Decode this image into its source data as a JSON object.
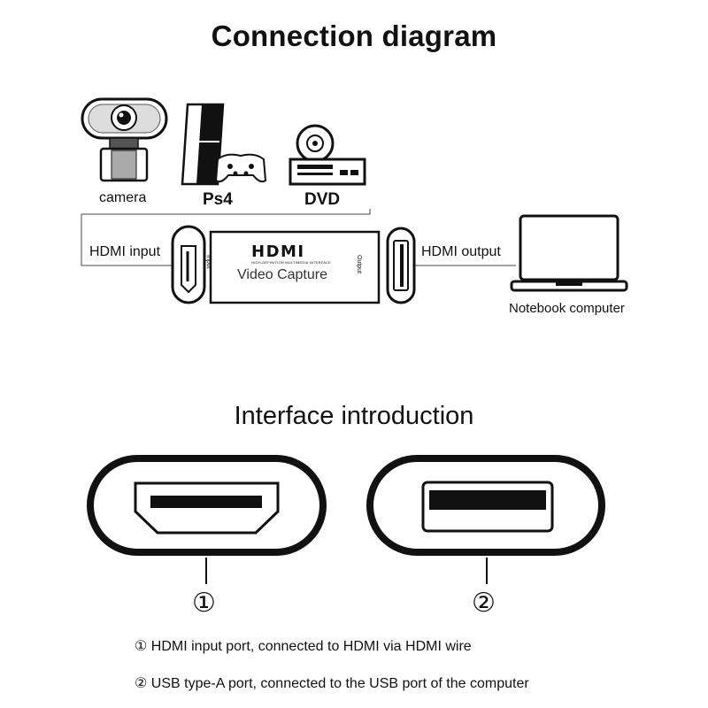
{
  "title": "Connection diagram",
  "devices": {
    "camera": "camera",
    "ps4": "Ps4",
    "dvd": "DVD",
    "notebook": "Notebook computer"
  },
  "capture": {
    "hdmi_input_label": "HDMI input",
    "hdmi_output_label": "HDMI output",
    "logo": "HDMI",
    "logo_sub": "HIGH-DEFINITION MULTIMEDIA INTERFACE",
    "name": "Video Capture",
    "side_input": "Input",
    "side_output": "Output"
  },
  "interface": {
    "title": "Interface introduction",
    "port1_number": "①",
    "port2_number": "②",
    "port1_desc": "① HDMI input port, connected to HDMI via HDMI wire",
    "port2_desc": "② USB type-A port, connected to the USB port of the computer"
  }
}
